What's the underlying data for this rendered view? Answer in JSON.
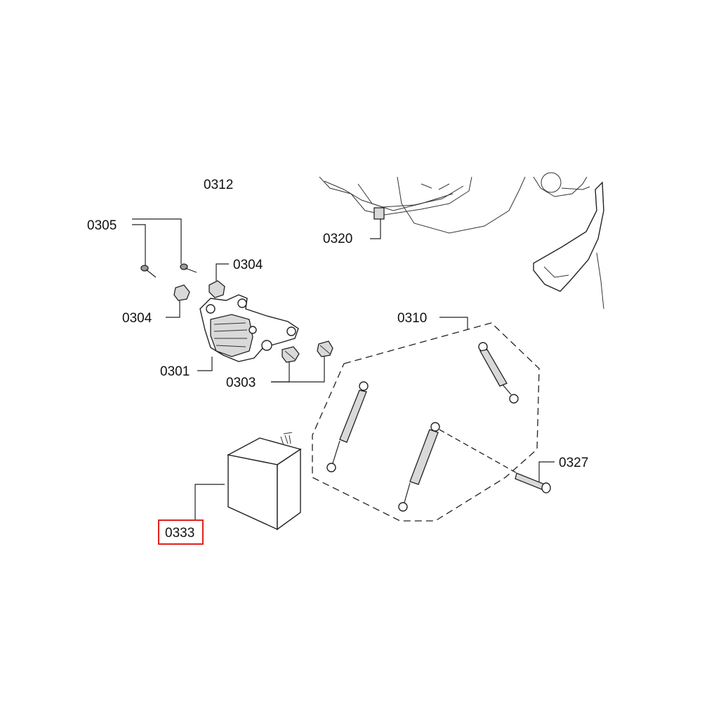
{
  "labels": {
    "p0312": "0312",
    "p0305": "0305",
    "p0304a": "0304",
    "p0304b": "0304",
    "p0320": "0320",
    "p0310": "0310",
    "p0301": "0301",
    "p0303": "0303",
    "p0327": "0327",
    "p0333": "0333"
  },
  "highlight": {
    "label": "0333",
    "color": "#e0201b"
  }
}
